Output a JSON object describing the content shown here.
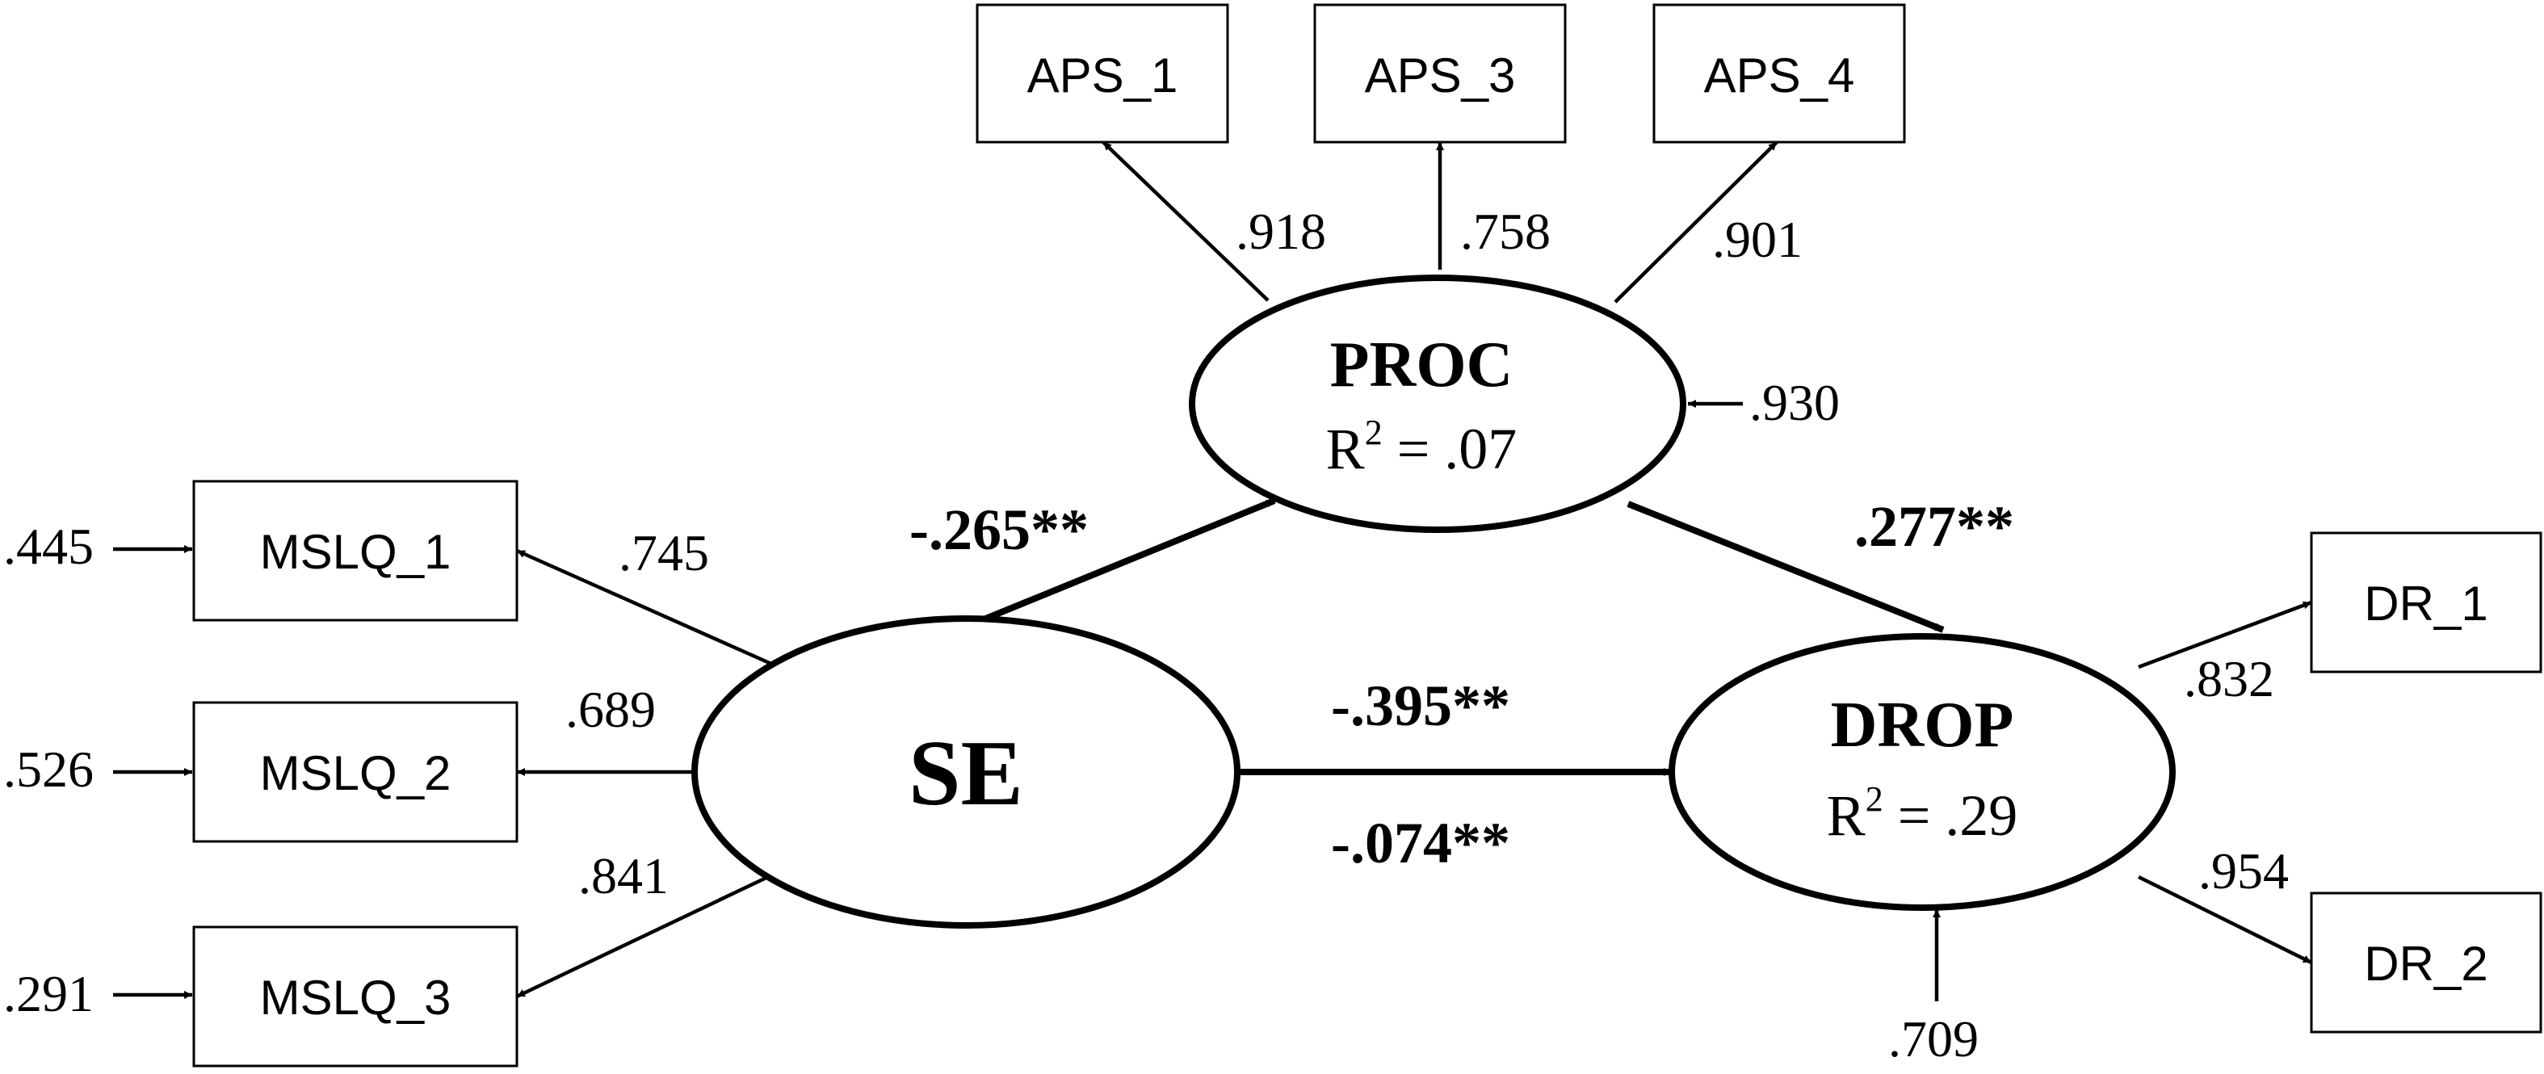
{
  "indicators": {
    "aps_1": "APS_1",
    "aps_3": "APS_3",
    "aps_4": "APS_4",
    "mslq_1": "MSLQ_1",
    "mslq_2": "MSLQ_2",
    "mslq_3": "MSLQ_3",
    "dr_1": "DR_1",
    "dr_2": "DR_2"
  },
  "latents": {
    "proc": {
      "name": "PROC",
      "r2_prefix": "R",
      "r2_sup": "2",
      "r2_value": " = .07"
    },
    "se": {
      "name": "SE"
    },
    "drop": {
      "name": "DROP",
      "r2_prefix": "R",
      "r2_sup": "2",
      "r2_value": " = .29"
    }
  },
  "loadings": {
    "aps_1": ".918",
    "aps_3": ".758",
    "aps_4": ".901",
    "mslq_1": ".745",
    "mslq_2": ".689",
    "mslq_3": ".841",
    "dr_1": ".832",
    "dr_2": ".954"
  },
  "errors": {
    "mslq_1": ".445",
    "mslq_2": ".526",
    "mslq_3": ".291",
    "proc": ".930",
    "drop": ".709"
  },
  "paths": {
    "se_proc": "-.265**",
    "proc_drop": ".277**",
    "se_drop_direct": "-.395**",
    "se_drop_indirect": "-.074**"
  }
}
